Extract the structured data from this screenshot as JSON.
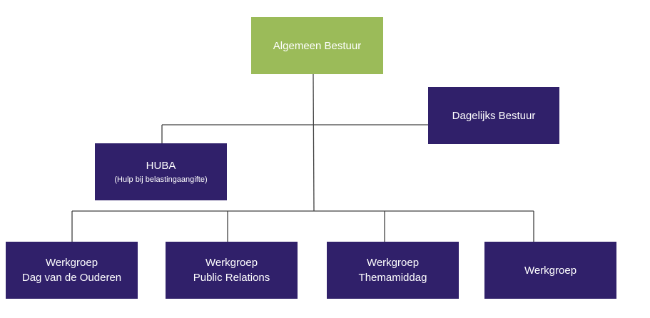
{
  "diagram": {
    "type": "org-chart",
    "colors": {
      "top": "#9bbb59",
      "box": "#30206a",
      "text": "#ffffff",
      "line": "#404040"
    },
    "nodes": {
      "algemeen_bestuur": {
        "label": "Algemeen Bestuur"
      },
      "dagelijks_bestuur": {
        "label": "Dagelijks Bestuur"
      },
      "huba": {
        "label": "HUBA",
        "sublabel": "(Hulp bij belastingaangifte)"
      },
      "werkgroep_dag": {
        "line1": "Werkgroep",
        "line2": "Dag van de Ouderen"
      },
      "werkgroep_pr": {
        "line1": "Werkgroep",
        "line2": "Public Relations"
      },
      "werkgroep_thema": {
        "line1": "Werkgroep",
        "line2": "Themamiddag"
      },
      "werkgroep": {
        "label": "Werkgroep"
      }
    },
    "edges": [
      {
        "from": "algemeen_bestuur",
        "to": "dagelijks_bestuur"
      },
      {
        "from": "algemeen_bestuur",
        "to": "huba"
      },
      {
        "from": "algemeen_bestuur",
        "to": "werkgroep_dag"
      },
      {
        "from": "algemeen_bestuur",
        "to": "werkgroep_pr"
      },
      {
        "from": "algemeen_bestuur",
        "to": "werkgroep_thema"
      },
      {
        "from": "algemeen_bestuur",
        "to": "werkgroep"
      }
    ]
  }
}
